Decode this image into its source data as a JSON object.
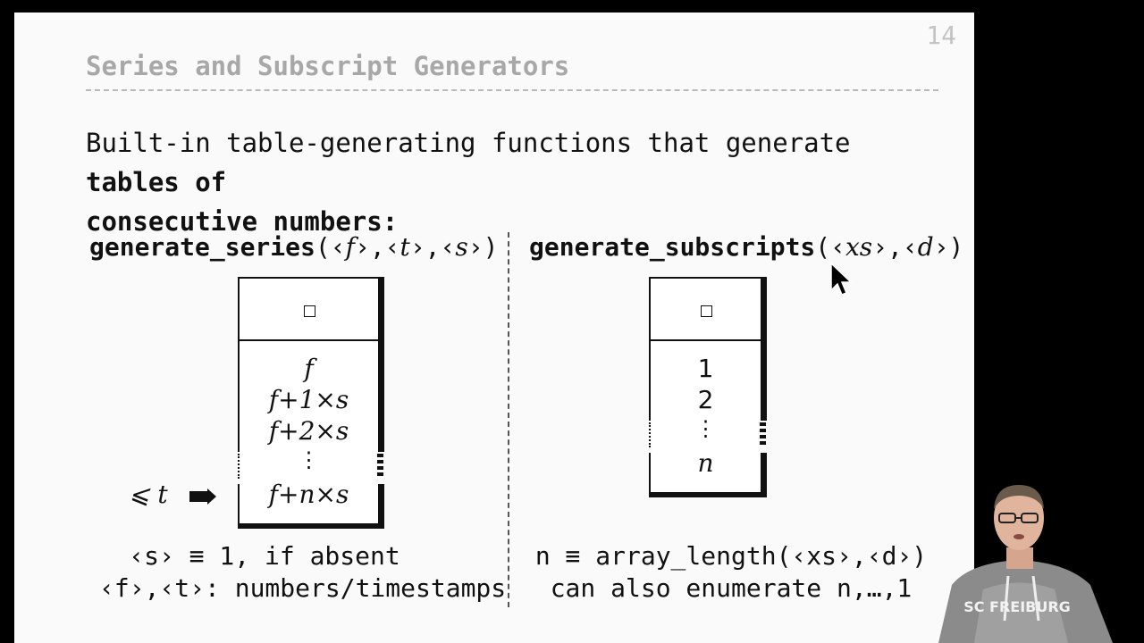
{
  "slide": {
    "page_number": "14",
    "title": "Series and Subscript Generators",
    "intro_plain": "Built-in table-generating functions that generate ",
    "intro_bold_1": "tables of",
    "intro_bold_2": "consecutive numbers:"
  },
  "left": {
    "fn_name": "generate_series",
    "fn_open": "(‹",
    "arg_f": "f",
    "sep1": "›,‹",
    "arg_t": "t",
    "sep2": "›,‹",
    "arg_s": "s",
    "fn_close": "›)",
    "rows": [
      "f",
      "f+1×s",
      "f+2×s",
      "f+n×s"
    ],
    "vdots": "⋮",
    "bound_label": "⩽ t",
    "note_1": "‹s› ≡ 1, if absent",
    "note_2": "‹f›,‹t›: numbers/timestamps"
  },
  "right": {
    "fn_name": "generate_subscripts",
    "fn_open": "(‹",
    "arg_xs": "xs",
    "sep1": "›,‹",
    "arg_d": "d",
    "fn_close": "›)",
    "rows": [
      "1",
      "2",
      "n"
    ],
    "vdots": "⋮",
    "note_1": "n ≡ array_length(‹xs›,‹d›)",
    "note_2": "can also enumerate n,…,1"
  },
  "webcam": {
    "shirt_text": "SC FREIBURG"
  }
}
